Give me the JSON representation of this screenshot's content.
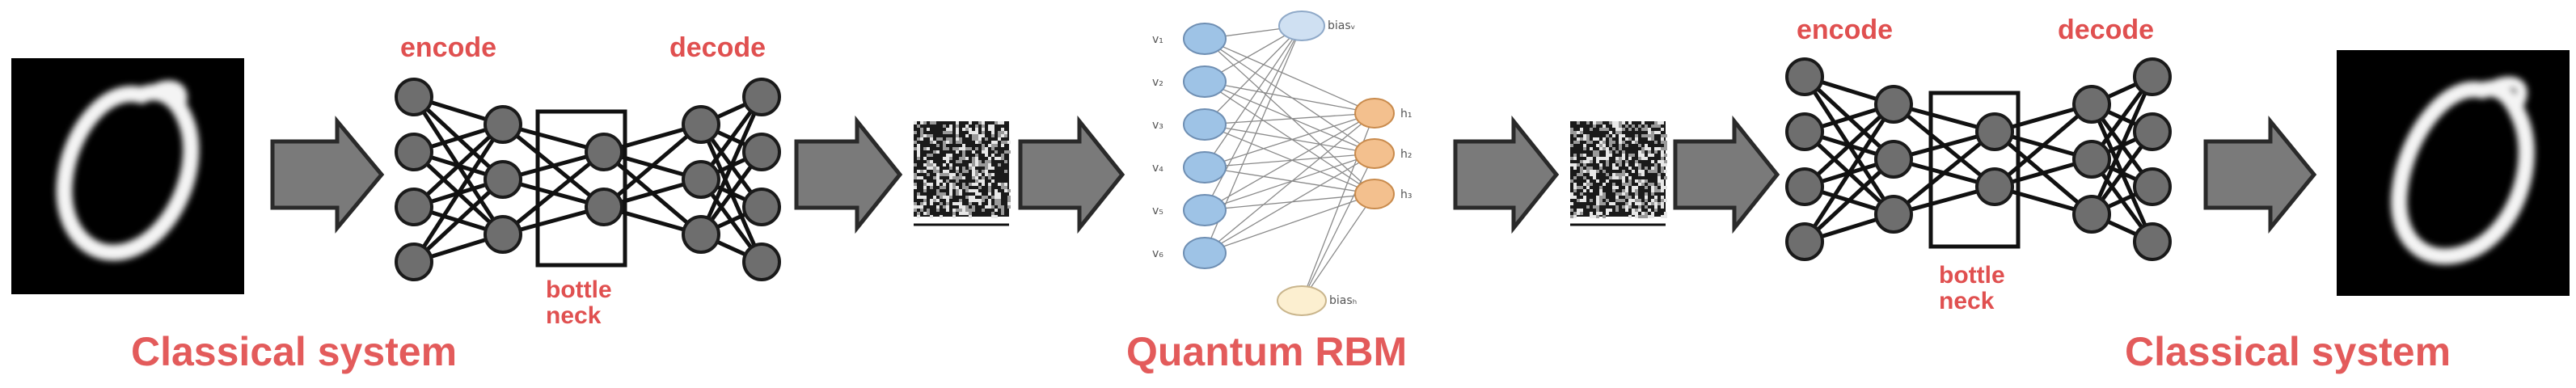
{
  "labels": {
    "encode_left": "encode",
    "decode_left": "decode",
    "bottleneck_left_1": "bottle",
    "bottleneck_left_2": "neck",
    "encode_right": "encode",
    "decode_right": "decode",
    "bottleneck_right_1": "bottle",
    "bottleneck_right_2": "neck"
  },
  "captions": {
    "left": "Classical system",
    "middle": "Quantum RBM",
    "right": "Classical system"
  },
  "rbm": {
    "visible_units": [
      "v₁",
      "v₂",
      "v₃",
      "v₄",
      "v₅",
      "v₆"
    ],
    "hidden_units": [
      "h₁",
      "h₂",
      "h₃"
    ],
    "bias_visible": "biasᵥ",
    "bias_hidden": "biasₕ"
  },
  "colors": {
    "label": "#e05050",
    "caption": "#e35b5b",
    "node_fill": "#6e6e6e",
    "arrow_fill": "#7a7a7a",
    "visible_unit": "#9ec3e6",
    "hidden_unit": "#f3c08e",
    "bias_unit": "#fcefd0"
  }
}
